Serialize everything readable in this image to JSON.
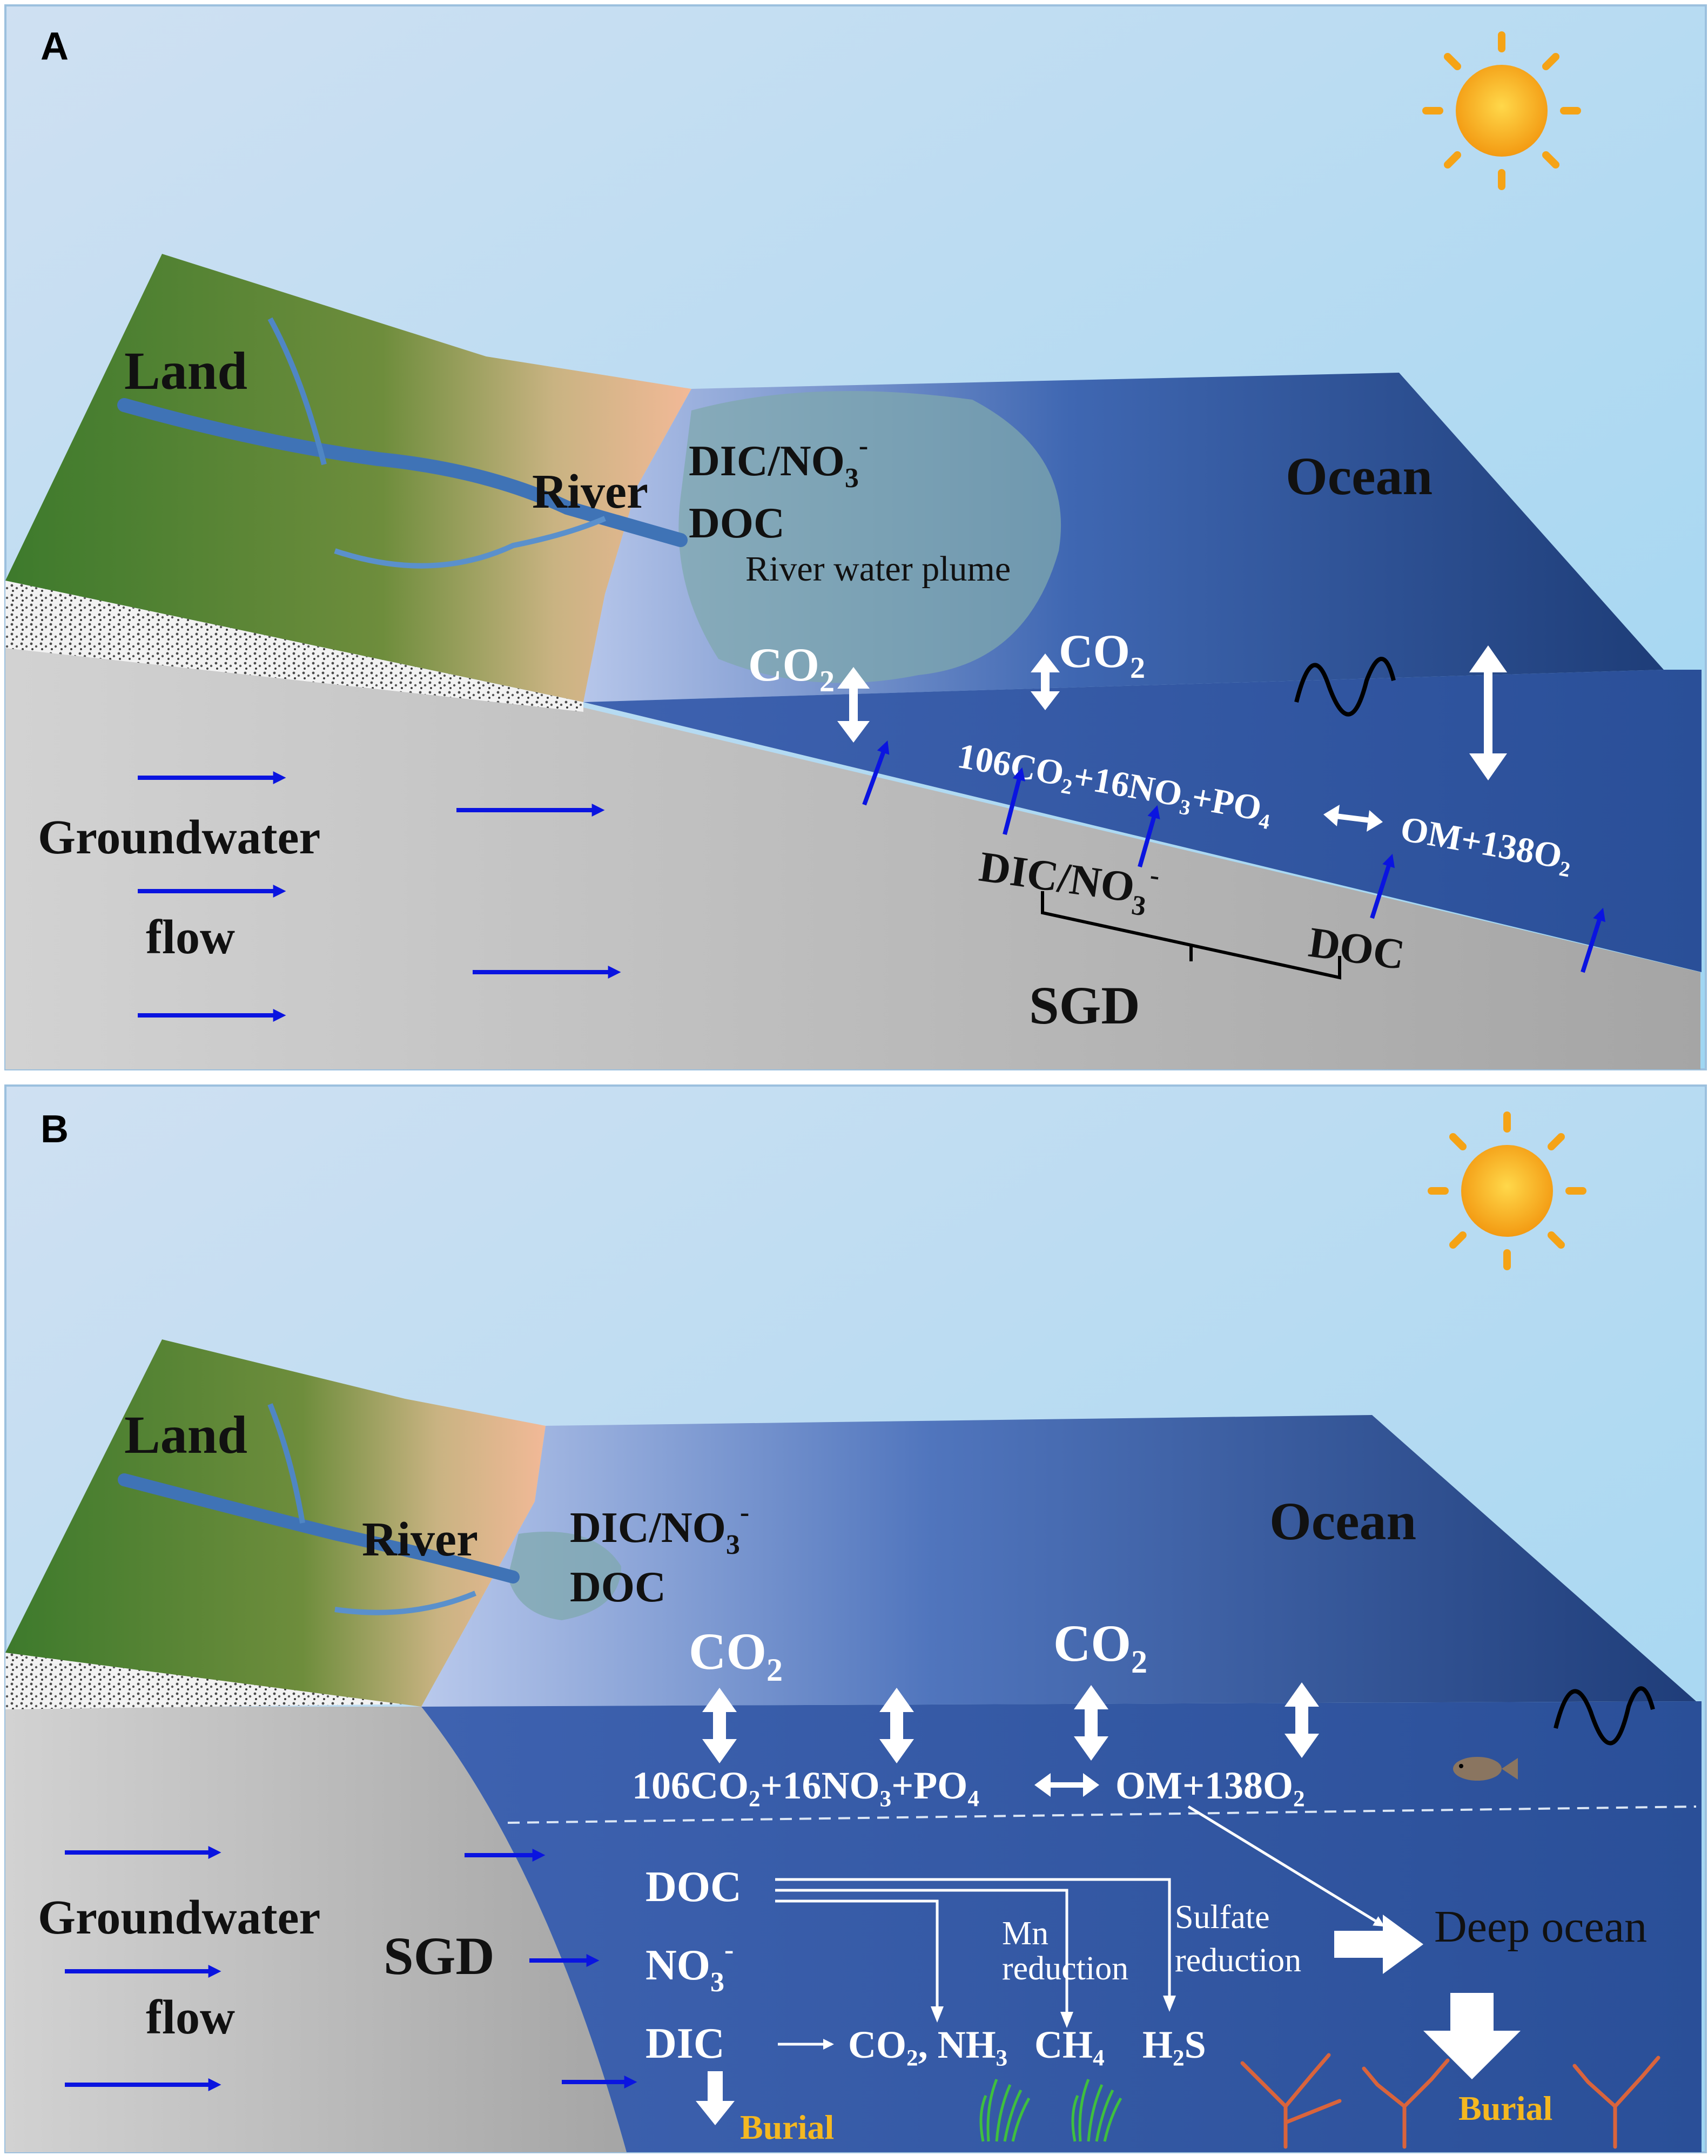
{
  "panel_a": {
    "letter": "A",
    "land": "Land",
    "river": "River",
    "ocean": "Ocean",
    "dic_no3": "DIC/NO",
    "no3_sub": "3",
    "no3_sup": "-",
    "doc": "DOC",
    "plume": "River water plume",
    "co2_base": "CO",
    "co2_sub": "2",
    "reaction_left": "106CO₂+16NO₃+PO₄",
    "reaction_right": "OM+138O₂",
    "sgd_dic_no3": "DIC/NO",
    "sgd_doc": "DOC",
    "sgd": "SGD",
    "groundwater": "Groundwater",
    "flow": "flow"
  },
  "panel_b": {
    "letter": "B",
    "land": "Land",
    "river": "River",
    "ocean": "Ocean",
    "dic_no3": "DIC/NO",
    "no3_sub": "3",
    "no3_sup": "-",
    "doc": "DOC",
    "co2_base": "CO",
    "co2_sub": "2",
    "reaction_left": "106CO₂+16NO₃+PO₄",
    "reaction_right": "OM+138O₂",
    "sgd": "SGD",
    "groundwater": "Groundwater",
    "flow": "flow",
    "doc_deep": "DOC",
    "no3_deep": "NO",
    "dic_deep": "DIC",
    "mn_reduction_1": "Mn",
    "mn_reduction_2": "reduction",
    "sulfate_1": "Sulfate",
    "sulfate_2": "reduction",
    "deep_ocean": "Deep ocean",
    "products_co2_nh3": "CO₂, NH₃",
    "product_ch4": "CH₄",
    "product_h2s": "H₂S",
    "burial_left": "Burial",
    "burial_right": "Burial"
  },
  "colors": {
    "sky_top": "#c6dcf0",
    "sky_bottom": "#a6d8f0",
    "land_green": "#3f7a2e",
    "beach": "#f2b997",
    "ocean_deep": "#1f3f7a",
    "ocean_light": "#a9bde6",
    "sediment": "#c8c8c8",
    "flow_arrow": "#0a14e0",
    "burial_text": "#f5b820"
  },
  "icons": [
    "sun-icon",
    "wave-icon",
    "fish-icon",
    "coral-icon",
    "seagrass-icon",
    "gravel-texture"
  ]
}
